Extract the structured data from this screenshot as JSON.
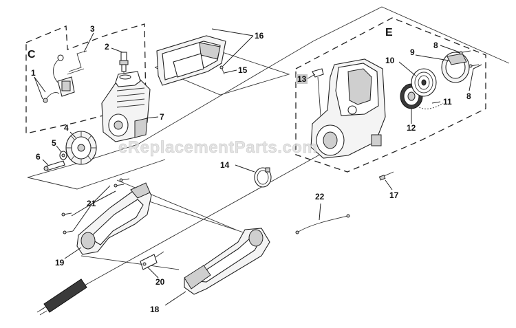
{
  "watermark": "eReplacementParts.com",
  "group_labels": {
    "c": "C",
    "e": "E"
  },
  "callouts": {
    "p1": "1",
    "p2": "2",
    "p3": "3",
    "p4": "4",
    "p5": "5",
    "p6": "6",
    "p7": "7",
    "p8a": "8",
    "p8b": "8",
    "p9": "9",
    "p10": "10",
    "p11": "11",
    "p12": "12",
    "p13": "13",
    "p14": "14",
    "p15": "15",
    "p16": "16",
    "p17": "17",
    "p18": "18",
    "p19": "19",
    "p20": "20",
    "p21": "21",
    "p22": "22"
  }
}
